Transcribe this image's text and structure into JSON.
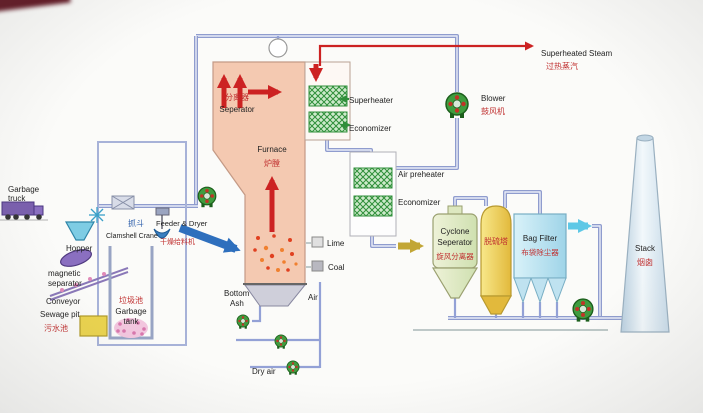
{
  "labels": {
    "superheated_steam_en": "Superheated Steam",
    "superheated_steam_cn": "过热蒸汽",
    "blower_en": "Blower",
    "blower_cn": "鼓风机",
    "separator_cn": "分离器",
    "separator_en": "Seperator",
    "furnace_en": "Furnace",
    "furnace_cn": "炉膛",
    "superheater": "Superheater",
    "economizer_upper": "Economizer",
    "air_preheater": "Air preheater",
    "economizer_lower": "Economizer",
    "lime": "Lime",
    "coal": "Coal",
    "bottom_ash_1": "Bottom",
    "bottom_ash_2": "Ash",
    "air": "Air",
    "dry_air": "Dry air",
    "feeder_dryer_en": "Feeder & Dryer",
    "feeder_dryer_cn": "干燥给料机",
    "garbage_truck_1": "Garbage",
    "garbage_truck_2": "truck",
    "hopper": "Hopper",
    "magnetic_1": "magnetic",
    "magnetic_2": "separator",
    "conveyor": "Conveyor",
    "sewage_pit_en": "Sewage pit",
    "sewage_pit_cn": "污水池",
    "garbage_tank_cn": "垃圾池",
    "garbage_tank_1": "Garbage",
    "garbage_tank_2": "tank",
    "clamshell_cn": "抓斗",
    "clamshell_en": "Clamshell Crane",
    "cyclone_1": "Cyclone",
    "cyclone_2": "Seperator",
    "cyclone_cn": "旋风分离器",
    "tower_cn": "脱硫塔",
    "bag_filter_en": "Bag Filter",
    "bag_filter_cn": "布袋除尘器",
    "stack_en": "Stack",
    "stack_cn": "烟囱"
  },
  "colors": {
    "pipe": "#8f9cce",
    "furnace_fill": "#f4c9b1",
    "hatch_green": "#2f8f3a",
    "steam_red": "#cc2222",
    "label_cn": "#c03030",
    "label_en": "#222222",
    "tower_yellow": "#eec94f",
    "bag_filter_blue": "#aedcee",
    "cyclone_green": "#dde8c0",
    "stack_blue": "#d7e4ee",
    "fan_green": "#3f9c3f",
    "feeder_arrow_blue": "#2e6fbd",
    "flue_arrow_yellow": "#c2a636",
    "clean_gas_cyan": "#5ec8e6"
  }
}
